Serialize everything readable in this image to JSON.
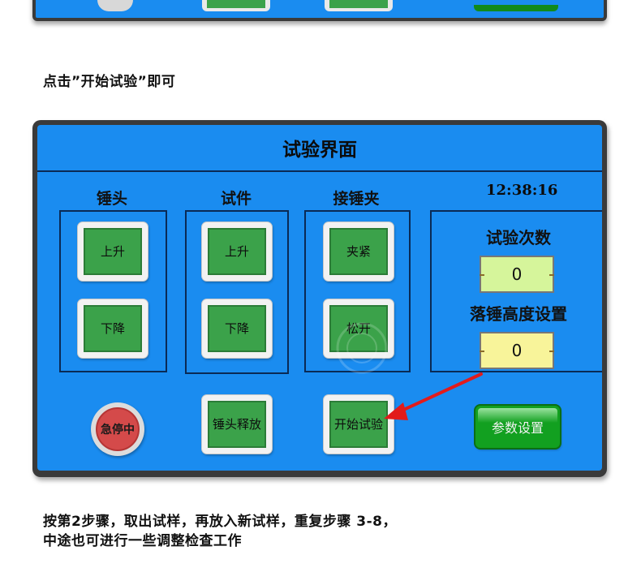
{
  "captions": {
    "step_intro": "点击”开始试验”即可",
    "footer_line1": "按第2步骤，取出试样，再放入新试样，重复步骤 3-8，",
    "footer_line2": "中途也可进行一些调整检查工作"
  },
  "screen": {
    "title": "试验界面",
    "time": "12:38:16",
    "groups": [
      {
        "label": "锤头",
        "buttons": [
          "上升",
          "下降"
        ]
      },
      {
        "label": "试件",
        "buttons": [
          "上升",
          "下降"
        ]
      },
      {
        "label": "接锤夹",
        "buttons": [
          "夹紧",
          "松开"
        ]
      }
    ],
    "bottom_buttons": {
      "emergency_stop": "急停中",
      "hammer_release_line1": "锤头",
      "hammer_release_line2": "释放",
      "start_test_line1": "开始",
      "start_test_line2": "试验",
      "parameter_settings": "参数设置"
    },
    "test_count": {
      "label": "试验次数",
      "value": "0"
    },
    "drop_height": {
      "label": "落锤高度设置",
      "value": "0"
    }
  },
  "colors": {
    "screen_bg": "#1a8cf0",
    "button_green": "#3ba24a",
    "param_button": "#12a020",
    "stop_red": "#d44a4a",
    "count_field": "#d6f59b",
    "height_field": "#f8f49a",
    "annotation_arrow": "#e21b1b"
  }
}
